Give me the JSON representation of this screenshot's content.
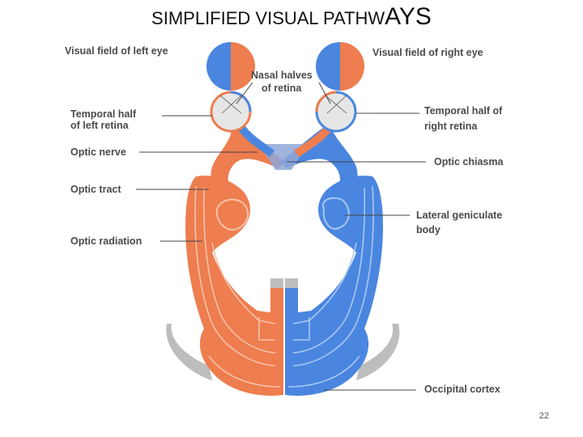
{
  "slide": {
    "title_main": "SIMPLIFIED VISUAL PATHW",
    "title_tail": "AYS",
    "page_number": "22"
  },
  "labels": {
    "visual_field_left": "Visual field of left eye",
    "visual_field_right": "Visual field of right eye",
    "nasal_halves_line1": "Nasal halves",
    "nasal_halves_line2": "of retina",
    "temporal_left_line1": "Temporal half",
    "temporal_left_line2": "of left retina",
    "temporal_right_line1": "Temporal half of",
    "temporal_right_line2": "right retina",
    "optic_nerve": "Optic nerve",
    "optic_chiasma": "Optic chiasma",
    "optic_tract": "Optic tract",
    "lateral_geniculate_line1": "Lateral geniculate",
    "lateral_geniculate_line2": "body",
    "optic_radiation": "Optic radiation",
    "occipital_cortex": "Occipital cortex"
  },
  "colors": {
    "left_pathway": "#ee7d4f",
    "right_pathway": "#4a86e0",
    "eye": "#e6e6e6",
    "cortex_gray": "#bdbdbd",
    "label_text": "#4a4a4a"
  }
}
